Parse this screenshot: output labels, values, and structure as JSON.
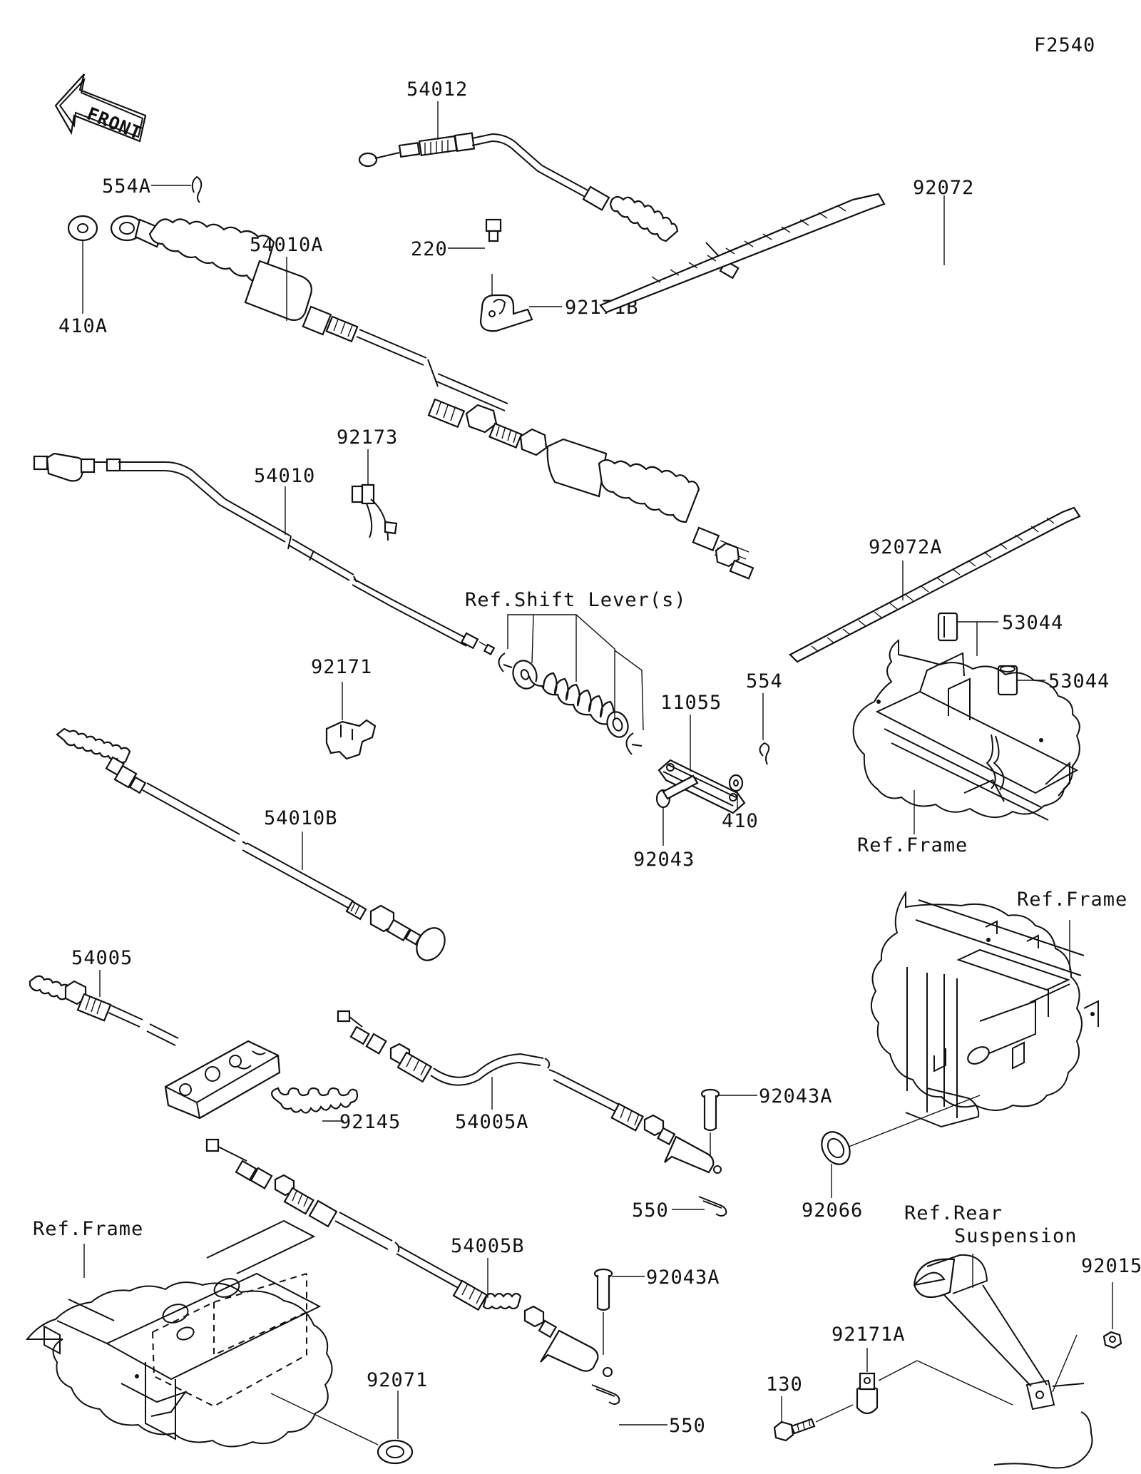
{
  "figure_code": "F2540",
  "front_arrow": {
    "label": "FRONT"
  },
  "parts": {
    "p54012": "54012",
    "p554A": "554A",
    "p410A": "410A",
    "p54010A": "54010A",
    "p220": "220",
    "p92171B": "92171B",
    "p92072": "92072",
    "p92173": "92173",
    "p54010": "54010",
    "p92072A": "92072A",
    "p53044_top": "53044",
    "p53044_bottom": "53044",
    "p92171": "92171",
    "p554": "554",
    "p11055": "11055",
    "p410": "410",
    "p92043": "92043",
    "p54010B": "54010B",
    "p54005": "54005",
    "p92145": "92145",
    "p54005A": "54005A",
    "p92043A_top": "92043A",
    "p550_top": "550",
    "p92066": "92066",
    "p54005B": "54005B",
    "p92043A_bottom": "92043A",
    "p92071": "92071",
    "p550_bottom": "550",
    "p92015": "92015",
    "p92171A": "92171A",
    "p130": "130"
  },
  "references": {
    "shift_lever": "Ref.Shift Lever(s)",
    "frame_right_top": "Ref.Frame",
    "frame_right_mid": "Ref.Frame",
    "frame_left_bottom": "Ref.Frame",
    "rear_suspension_line1": "Ref.Rear",
    "rear_suspension_line2": "Suspension"
  }
}
